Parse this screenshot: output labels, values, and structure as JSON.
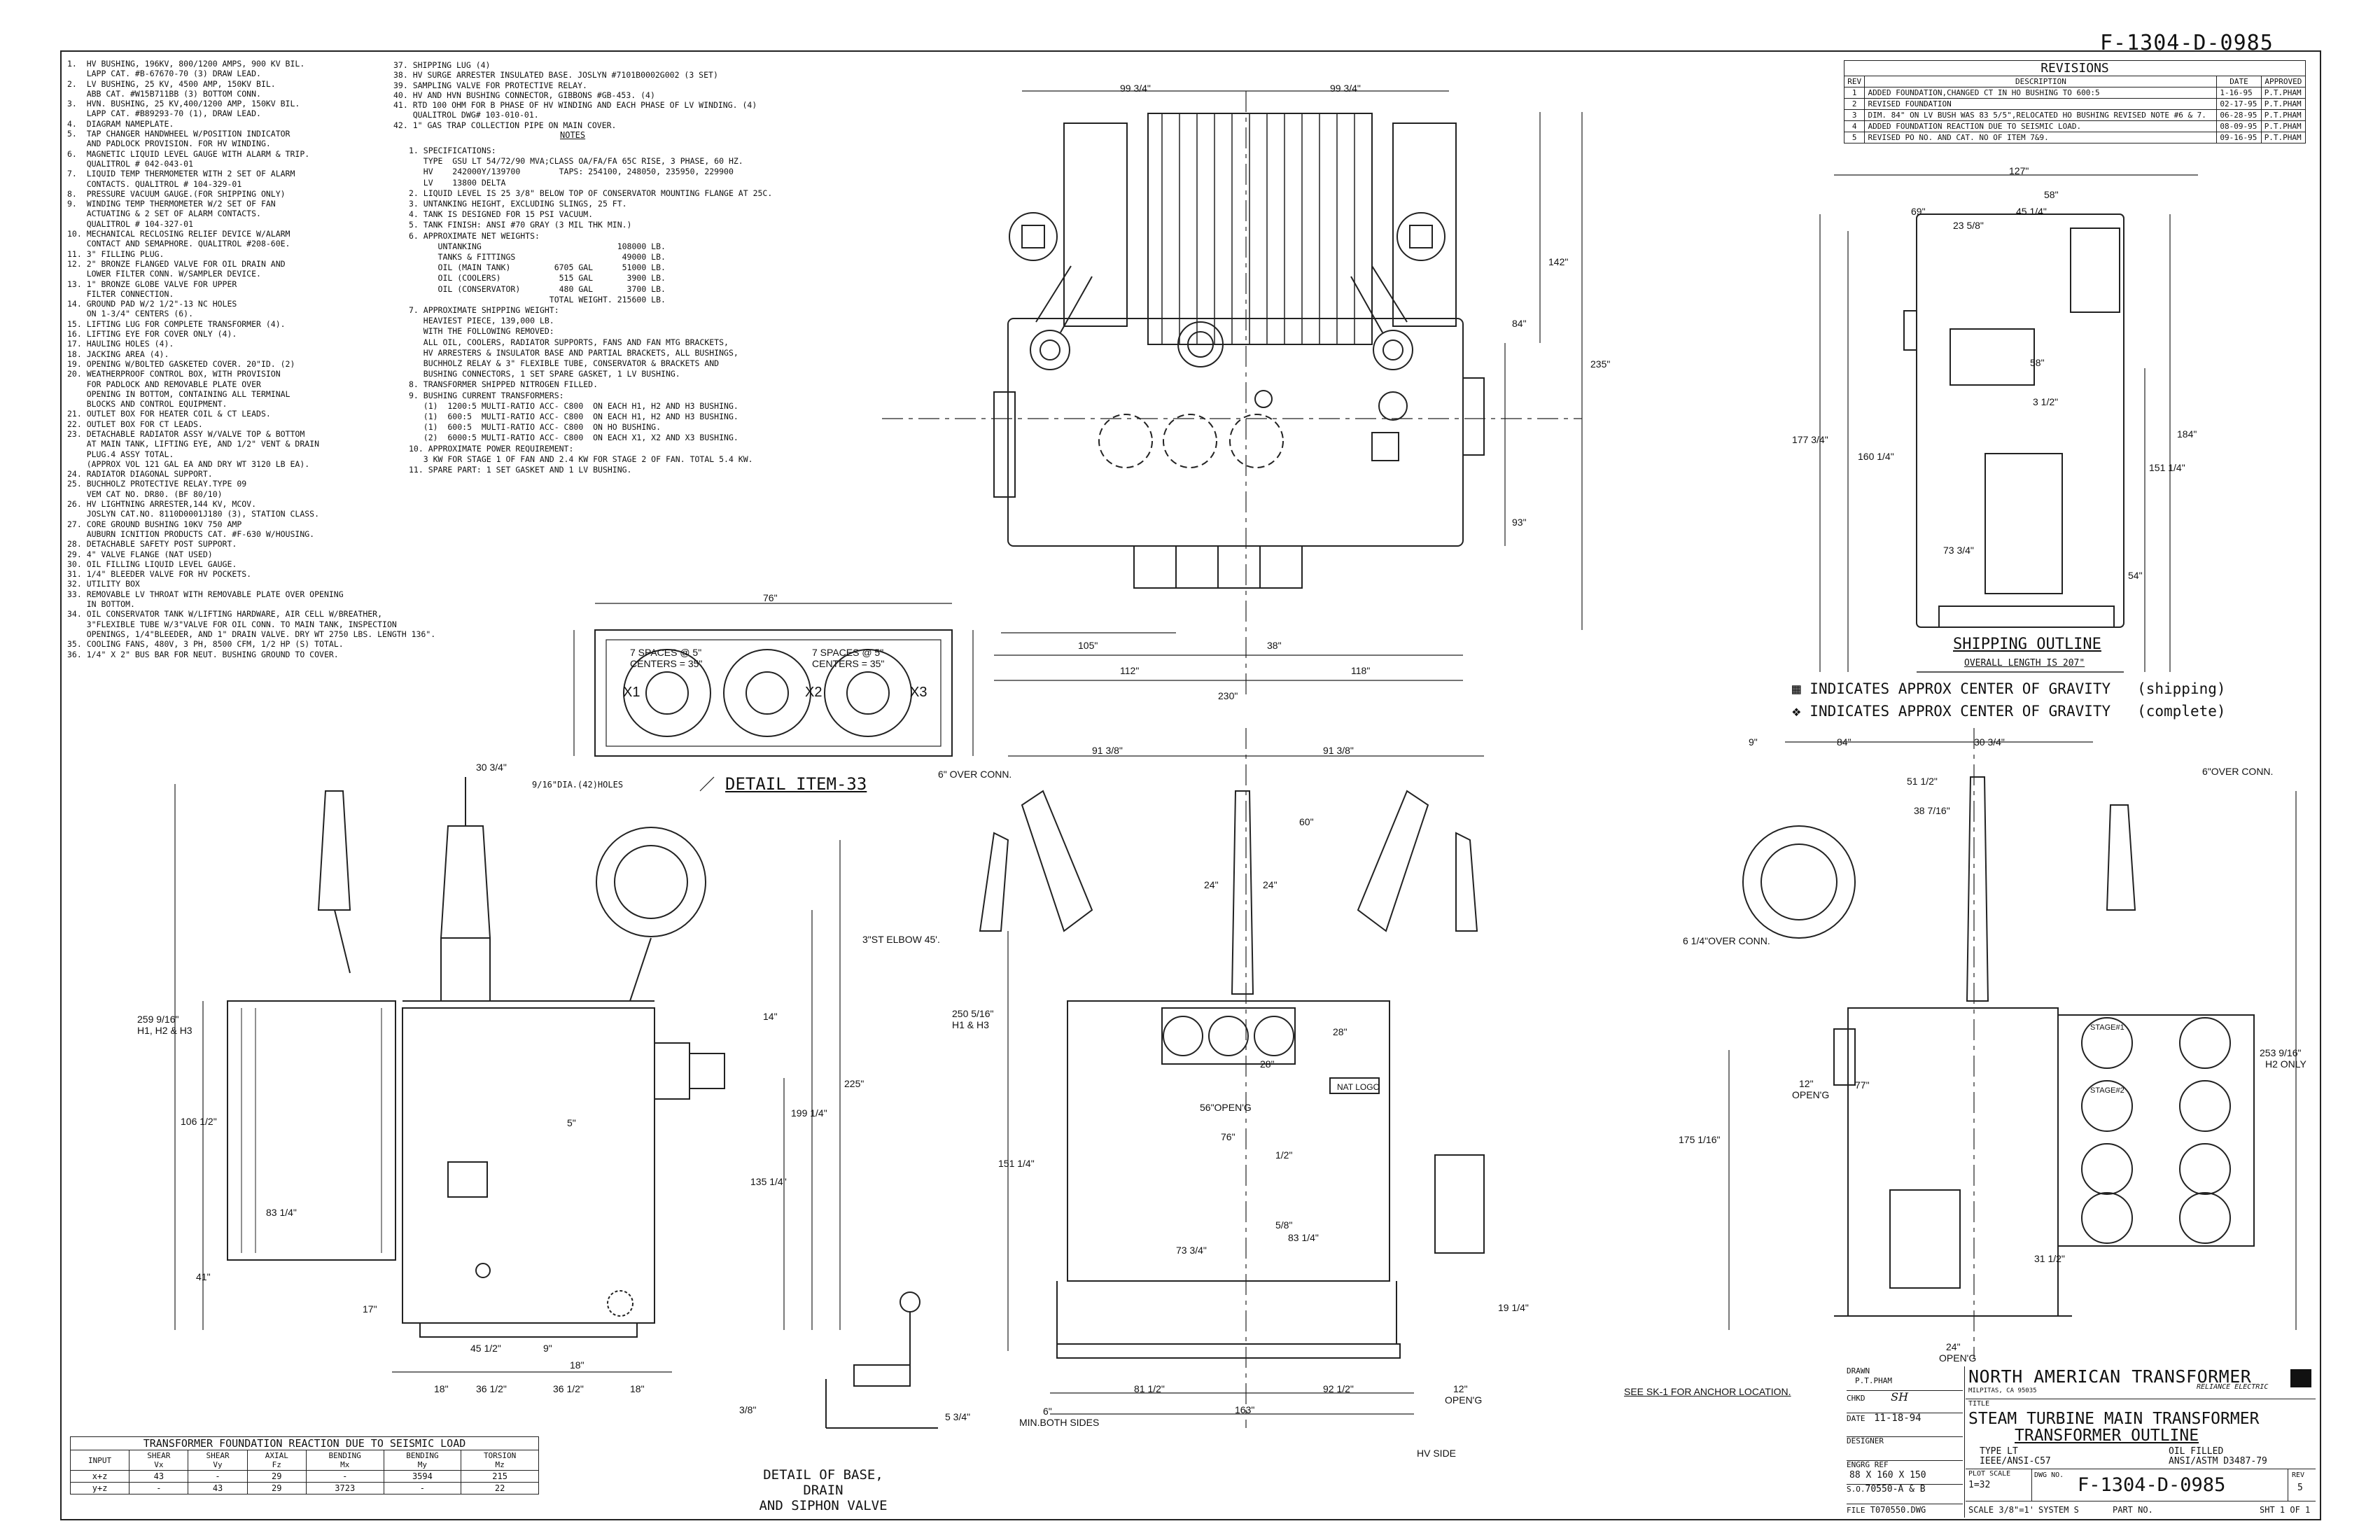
{
  "drawing_number_top": "F-1304-D-0985",
  "parts_list": [
    "1.  HV BUSHING, 196KV, 800/1200 AMPS, 900 KV BIL.",
    "    LAPP CAT. #B-67670-70 (3) DRAW LEAD.",
    "2.  LV BUSHING, 25 KV, 4500 AMP, 150KV BIL.",
    "    ABB CAT. #W15B711BB (3) BOTTOM CONN.",
    "3.  HVN. BUSHING, 25 KV,400/1200 AMP, 150KV BIL.",
    "    LAPP CAT. #B89293-70 (1), DRAW LEAD.",
    "4.  DIAGRAM NAMEPLATE.",
    "5.  TAP CHANGER HANDWHEEL W/POSITION INDICATOR",
    "    AND PADLOCK PROVISION. FOR HV WINDING.",
    "6.  MAGNETIC LIQUID LEVEL GAUGE WITH ALARM & TRIP.",
    "    QUALITROL # 042-043-01",
    "7.  LIQUID TEMP THERMOMETER WITH 2 SET OF ALARM",
    "    CONTACTS. QUALITROL # 104-329-01",
    "8.  PRESSURE VACUUM GAUGE.(FOR SHIPPING ONLY)",
    "9.  WINDING TEMP THERMOMETER W/2 SET OF FAN",
    "    ACTUATING & 2 SET OF ALARM CONTACTS.",
    "    QUALITROL # 104-327-01",
    "10. MECHANICAL RECLOSING RELIEF DEVICE W/ALARM",
    "    CONTACT AND SEMAPHORE. QUALITROL #208-60E.",
    "11. 3\" FILLING PLUG.",
    "12. 2\" BRONZE FLANGED VALVE FOR OIL DRAIN AND",
    "    LOWER FILTER CONN. W/SAMPLER DEVICE.",
    "13. 1\" BRONZE GLOBE VALVE FOR UPPER",
    "    FILTER CONNECTION.",
    "14. GROUND PAD W/2 1/2\"-13 NC HOLES",
    "    ON 1-3/4\" CENTERS (6).",
    "15. LIFTING LUG FOR COMPLETE TRANSFORMER (4).",
    "16. LIFTING EYE FOR COVER ONLY (4).",
    "17. HAULING HOLES (4).",
    "18. JACKING AREA (4).",
    "19. OPENING W/BOLTED GASKETED COVER. 20\"ID. (2)",
    "20. WEATHERPROOF CONTROL BOX, WITH PROVISION",
    "    FOR PADLOCK AND REMOVABLE PLATE OVER",
    "    OPENING IN BOTTOM, CONTAINING ALL TERMINAL",
    "    BLOCKS AND CONTROL EQUIPMENT.",
    "21. OUTLET BOX FOR HEATER COIL & CT LEADS.",
    "22. OUTLET BOX FOR CT LEADS.",
    "23. DETACHABLE RADIATOR ASSY W/VALVE TOP & BOTTOM",
    "    AT MAIN TANK, LIFTING EYE, AND 1/2\" VENT & DRAIN",
    "    PLUG.4 ASSY TOTAL.",
    "    (APPROX VOL 121 GAL EA AND DRY WT 3120 LB EA).",
    "24. RADIATOR DIAGONAL SUPPORT.",
    "25. BUCHHOLZ PROTECTIVE RELAY.TYPE 09",
    "    VEM CAT NO. DR80. (BF 80/10)",
    "26. HV LIGHTNING ARRESTER,144 KV, MCOV.",
    "    JOSLYN CAT.NO. 8110D0001J180 (3), STATION CLASS.",
    "27. CORE GROUND BUSHING 10KV 750 AMP",
    "    AUBURN ICNITION PRODUCTS CAT. #F-630 W/HOUSING.",
    "28. DETACHABLE SAFETY POST SUPPORT.",
    "29. 4\" VALVE FLANGE (NAT USED)",
    "30. OIL FILLING LIQUID LEVEL GAUGE.",
    "31. 1/4\" BLEEDER VALVE FOR HV POCKETS.",
    "32. UTILITY BOX",
    "33. REMOVABLE LV THROAT WITH REMOVABLE PLATE OVER OPENING",
    "    IN BOTTOM.",
    "34. OIL CONSERVATOR TANK W/LIFTING HARDWARE, AIR CELL W/BREATHER,",
    "    3\"FLEXIBLE TUBE W/3\"VALVE FOR OIL CONN. TO MAIN TANK, INSPECTION",
    "    OPENINGS, 1/4\"BLEEDER, AND 1\" DRAIN VALVE. DRY WT 2750 LBS. LENGTH 136\".",
    "35. COOLING FANS, 480V, 3 PH, 8500 CFM, 1/2 HP (S) TOTAL.",
    "36. 1/4\" X 2\" BUS BAR FOR NEUT. BUSHING GROUND TO COVER."
  ],
  "parts_list_2": [
    "37. SHIPPING LUG (4)",
    "38. HV SURGE ARRESTER INSULATED BASE. JOSLYN #7101B0002G002 (3 SET)",
    "39. SAMPLING VALVE FOR PROTECTIVE RELAY.",
    "40. HV AND HVN BUSHING CONNECTOR, GIBBONS #GB-453. (4)",
    "41. RTD 100 OHM FOR B PHASE OF HV WINDING AND EACH PHASE OF LV WINDING. (4)",
    "    QUALITROL DWG# 103-010-01.",
    "42. 1\" GAS TRAP COLLECTION PIPE ON MAIN COVER."
  ],
  "notes_title": "NOTES",
  "notes": [
    "1. SPECIFICATIONS:",
    "   TYPE  GSU LT 54/72/90 MVA;CLASS OA/FA/FA 65C RISE, 3 PHASE, 60 HZ.",
    "   HV    242000Y/139700        TAPS: 254100, 248050, 235950, 229900",
    "   LV    13800 DELTA",
    "2. LIQUID LEVEL IS 25 3/8\" BELOW TOP OF CONSERVATOR MOUNTING FLANGE AT 25C.",
    "3. UNTANKING HEIGHT, EXCLUDING SLINGS, 25 FT.",
    "4. TANK IS DESIGNED FOR 15 PSI VACUUM.",
    "5. TANK FINISH: ANSI #70 GRAY (3 MIL THK MIN.)",
    "6. APPROXIMATE NET WEIGHTS:",
    "      UNTANKING                            108000 LB.",
    "      TANKS & FITTINGS                      49000 LB.",
    "      OIL (MAIN TANK)         6705 GAL      51000 LB.",
    "      OIL (COOLERS)            515 GAL       3900 LB.",
    "      OIL (CONSERVATOR)        480 GAL       3700 LB.",
    "                             TOTAL WEIGHT. 215600 LB.",
    "7. APPROXIMATE SHIPPING WEIGHT:",
    "   HEAVIEST PIECE, 139,000 LB.",
    "   WITH THE FOLLOWING REMOVED:",
    "   ALL OIL, COOLERS, RADIATOR SUPPORTS, FANS AND FAN MTG BRACKETS,",
    "   HV ARRESTERS & INSULATOR BASE AND PARTIAL BRACKETS, ALL BUSHINGS,",
    "   BUCHHOLZ RELAY & 3\" FLEXIBLE TUBE, CONSERVATOR & BRACKETS AND",
    "   BUSHING CONNECTORS, 1 SET SPARE GASKET, 1 LV BUSHING.",
    "8. TRANSFORMER SHIPPED NITROGEN FILLED.",
    "9. BUSHING CURRENT TRANSFORMERS:",
    "   (1)  1200:5 MULTI-RATIO ACC- C800  ON EACH H1, H2 AND H3 BUSHING.",
    "   (1)  600:5  MULTI-RATIO ACC- C800  ON EACH H1, H2 AND H3 BUSHING.",
    "   (1)  600:5  MULTI-RATIO ACC- C800  ON HO BUSHING.",
    "   (2)  6000:5 MULTI-RATIO ACC- C800  ON EACH X1, X2 AND X3 BUSHING.",
    "10. APPROXIMATE POWER REQUIREMENT:",
    "   3 KW FOR STAGE 1 OF FAN AND 2.4 KW FOR STAGE 2 OF FAN. TOTAL 5.4 KW.",
    "11. SPARE PART: 1 SET GASKET AND 1 LV BUSHING."
  ],
  "revisions": {
    "title": "REVISIONS",
    "headers": [
      "REV",
      "DESCRIPTION",
      "DATE",
      "APPROVED"
    ],
    "rows": [
      [
        "1",
        "ADDED FOUNDATION,CHANGED CT IN HO BUSHING TO 600:5",
        "1-16-95",
        "P.T.PHAM"
      ],
      [
        "2",
        "REVISED FOUNDATION",
        "02-17-95",
        "P.T.PHAM"
      ],
      [
        "3",
        "DIM. 84\" ON LV BUSH WAS 83 5/5\",RELOCATED HO BUSHING REVISED NOTE #6 & 7.",
        "06-28-95",
        "P.T.PHAM"
      ],
      [
        "4",
        "ADDED FOUNDATION REACTION DUE TO SEISMIC LOAD.",
        "08-09-95",
        "P.T.PHAM"
      ],
      [
        "5",
        "REVISED PO NO. AND CAT. NO OF ITEM 7&9.",
        "09-16-95",
        "P.T.PHAM"
      ]
    ]
  },
  "shipping": {
    "title": "SHIPPING OUTLINE",
    "subtitle": "OVERALL LENGTH IS 207\"",
    "cog_shipping": "INDICATES APPROX CENTER OF GRAVITY   (shipping)",
    "cog_complete": "INDICATES APPROX CENTER OF GRAVITY   (complete)"
  },
  "detail33": {
    "title": "DETAIL ITEM-33",
    "holes": "9/16\"DIA.(42)HOLES",
    "spaces_left": "7 SPACES @ 5\"",
    "centers_left": "CENTERS = 35\"",
    "spaces_right": "7 SPACES @ 5\"",
    "centers_right": "CENTERS = 35\"",
    "width": "76\"",
    "x1": "X1",
    "x2": "X2",
    "x3": "X3"
  },
  "detail_base": {
    "title_1": "DETAIL OF BASE, DRAIN",
    "title_2": "AND SIPHON VALVE"
  },
  "seismic": {
    "title": "TRANSFORMER FOUNDATION REACTION DUE TO SEISMIC LOAD",
    "headers": [
      "INPUT",
      "SHEAR\nVx",
      "SHEAR\nVy",
      "AXIAL\nFz",
      "BENDING\nMx",
      "BENDING\nMy",
      "TORSION\nMz"
    ],
    "rows": [
      [
        "x+z",
        "43",
        "-",
        "29",
        "-",
        "3594",
        "215"
      ],
      [
        "y+z",
        "-",
        "43",
        "29",
        "3723",
        "-",
        "22"
      ]
    ]
  },
  "title_block": {
    "drawn_label": "DRAWN",
    "drawn": "P.T.PHAM",
    "chkd_label": "CHKD",
    "chkd": "SH",
    "date_label": "DATE",
    "date": "11-18-94",
    "designer_label": "DESIGNER",
    "engrg_label": "ENGRG REF",
    "engrg": "88 X 160 X 150",
    "so_label": "S.O.",
    "so": "70550-A & B",
    "file_label": "FILE",
    "file": "T070550.DWG",
    "company": "NORTH AMERICAN TRANSFORMER",
    "company_sub": "RELIANCE ELECTRIC",
    "address": "MILPITAS, CA 95035",
    "title_label": "TITLE",
    "title_1": "STEAM TURBINE MAIN TRANSFORMER",
    "title_2": "TRANSFORMER OUTLINE",
    "type": "TYPE  LT",
    "std_1": "IEEE/ANSI-C57",
    "oil": "OIL FILLED",
    "std_2": "ANSI/ASTM D3487-79",
    "plot_label": "PLOT SCALE",
    "plot": "1=32",
    "dwg_label": "DWG NO.",
    "dwg": "F-1304-D-0985",
    "rev_label": "REV",
    "rev": "5",
    "scale_label": "SCALE",
    "scale": "3/8\"=1'",
    "system_label": "SYSTEM",
    "system": "S",
    "part_label": "PART NO.",
    "sht": "SHT 1 OF 1"
  },
  "dims": {
    "top_99a": "99 3/4\"",
    "top_99b": "99 3/4\"",
    "top_142": "142\"",
    "top_235": "235\"",
    "top_84": "84\"",
    "top_93": "93\"",
    "top_105": "105\"",
    "top_38": "38\"",
    "top_112": "112\"",
    "top_118": "118\"",
    "top_230": "230\"",
    "sh_127": "127\"",
    "sh_58a": "58\"",
    "sh_69": "69\"",
    "sh_45": "45 1/4\"",
    "sh_23": "23 5/8\"",
    "sh_58b": "58\"",
    "sh_3": "3 1/2\"",
    "sh_177": "177 3/4\"",
    "sh_160": "160 1/4\"",
    "sh_151": "151 1/4\"",
    "sh_184": "184\"",
    "sh_73": "73 3/4\"",
    "sh_54": "54\"",
    "s1_30": "30 3/4\"",
    "s1_259": "259 9/16\"",
    "s1_h123": "H1, H2 & H3",
    "s1_106": "106 1/2\"",
    "s1_83": "83 1/4\"",
    "s1_41": "41\"",
    "s1_17": "17\"",
    "s1_225": "225\"",
    "s1_199": "199 1/4\"",
    "s1_135": "135 1/4\"",
    "s1_elbow": "3\"ST ELBOW 45'.",
    "s1_14": "14\"",
    "s1_5": "5\"",
    "s1_45": "45 1/2\"",
    "s1_9": "9\"",
    "s1_18a": "18\"",
    "s1_36a": "36 1/2\"",
    "s1_36b": "36 1/2\"",
    "s1_18b": "18\"",
    "s1_18c": "18\"",
    "f_91a": "91 3/8\"",
    "f_91b": "91 3/8\"",
    "f_over": "6\" OVER CONN.",
    "f_60": "60\"",
    "f_24a": "24\"",
    "f_24b": "24\"",
    "f_250": "250 5/16\"",
    "f_h13": "H1 & H3",
    "f_28a": "28\"",
    "f_28b": "28\"",
    "f_56": "56\"OPEN'G",
    "f_76": "76\"",
    "f_1": "1/2\"",
    "f_151": "151 1/4\"",
    "f_58": "5/8\"",
    "f_83": "83 1/4\"",
    "f_73": "73 3/4\"",
    "f_19": "19 1/4\"",
    "f_81": "81 1/2\"",
    "f_92": "92 1/2\"",
    "f_163": "163\"",
    "f_12": "12\"",
    "f_open": "OPEN'G",
    "f_6": "6\"",
    "f_min": "MIN.BOTH SIDES",
    "f_nat": "NAT LOGO",
    "f_hv": "HV SIDE",
    "r_9": "9\"",
    "r_84": "84\"",
    "r_30": "30 3/4\"",
    "r_over": "6\"OVER CONN.",
    "r_51": "51 1/2\"",
    "r_38": "38 7/16\"",
    "r_6": "6 1/4\"OVER CONN.",
    "r_12": "12\"",
    "r_open": "OPEN'G",
    "r_77": "77\"",
    "r_175": "175 1/16\"",
    "r_253": "253 9/16\"",
    "r_h2": "H2 ONLY",
    "r_31": "31 1/2\"",
    "r_24": "24\"",
    "r_open2": "OPEN'G",
    "r_anchor": "SEE SK-1 FOR ANCHOR LOCATION.",
    "r_stage": "STAGE#1",
    "r_stage2": "STAGE#2",
    "b_38": "3/8\"",
    "b_5": "5 3/4\""
  }
}
